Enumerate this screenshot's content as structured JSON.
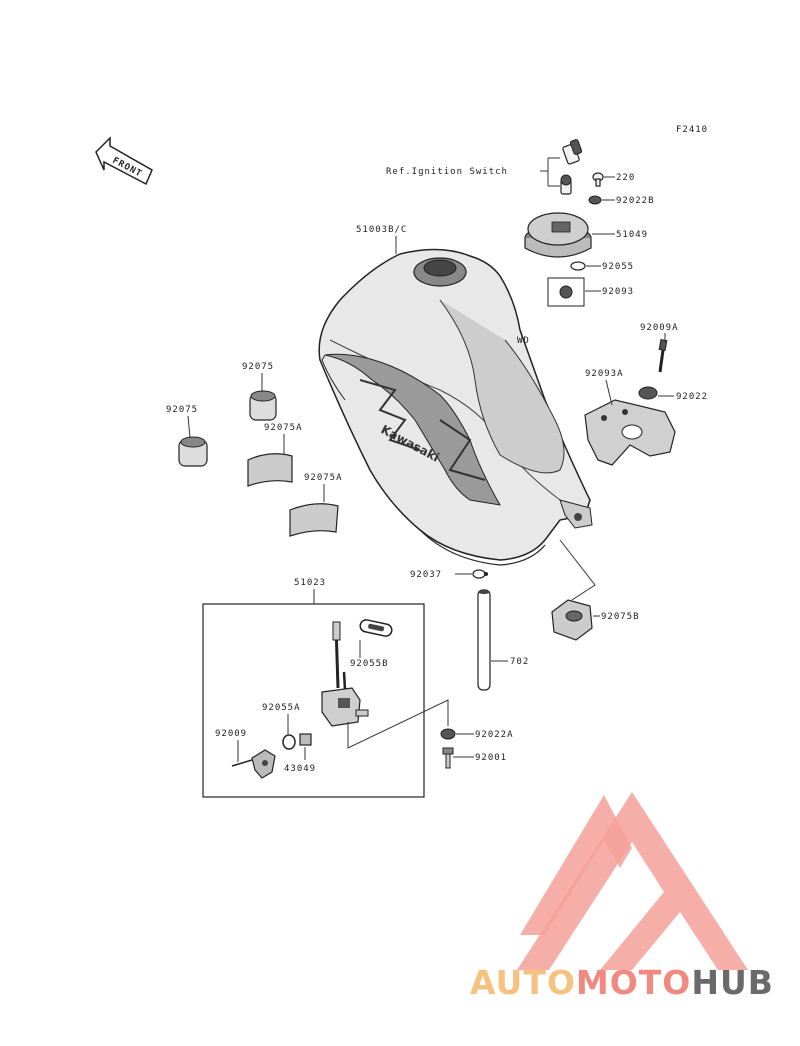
{
  "figure_code": "F2410",
  "front_arrow_label": "FRONT",
  "ref_ignition_label": "Ref.Ignition Switch",
  "decal_text": "Kawasaki",
  "labels": {
    "p220": "220",
    "p92022b": "92022B",
    "p51003": "51003B/C",
    "p51049": "51049",
    "p92055": "92055",
    "p92093": "92093",
    "pWD": "WD",
    "p92009a": "92009A",
    "p92093a": "92093A",
    "p92022": "92022",
    "p92075_top": "92075",
    "p92075_left": "92075",
    "p92075a_1": "92075A",
    "p92075a_2": "92075A",
    "p51023": "51023",
    "p92037": "92037",
    "p702": "702",
    "p92075b": "92075B",
    "p92055b": "92055B",
    "p92055a": "92055A",
    "p92009": "92009",
    "p43049": "43049",
    "p92022a": "92022A",
    "p92001": "92001"
  },
  "watermark": {
    "part1": "AUTO",
    "part2": "MOTO",
    "part3": "HUB",
    "color1": "#f6c280",
    "color2": "#f08a80",
    "color3": "#6a6a6a",
    "logo_color": "#f4a09a"
  }
}
